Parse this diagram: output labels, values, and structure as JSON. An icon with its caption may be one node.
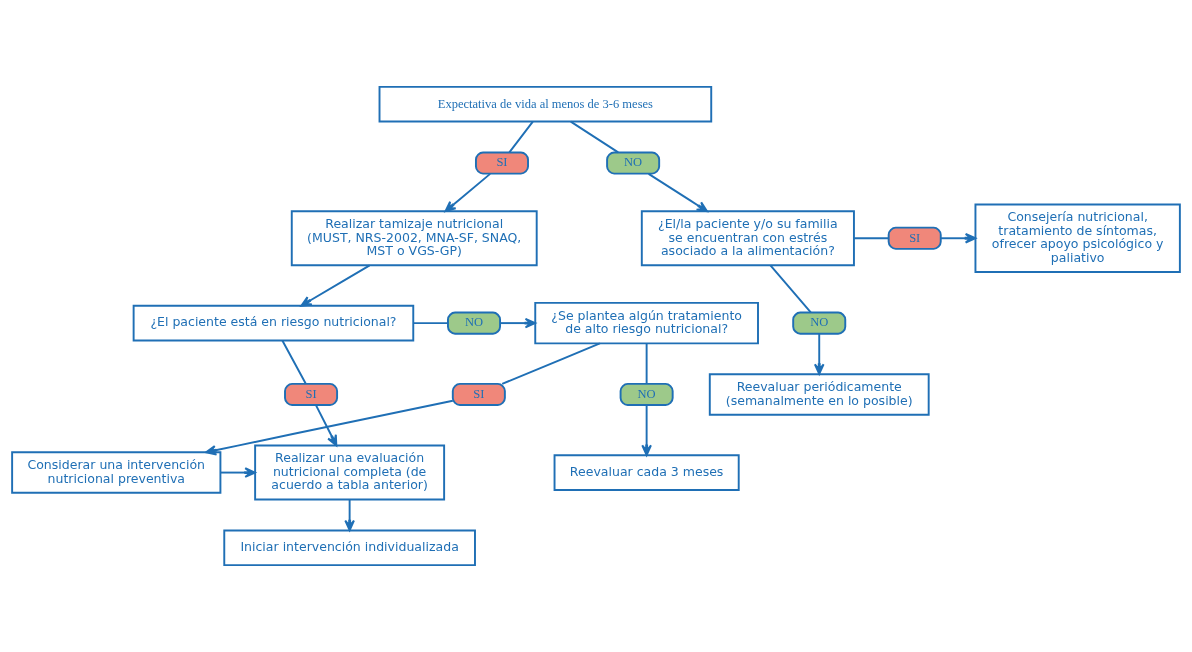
{
  "diagram": {
    "nodes": [
      {
        "text": [
          "Expectativa de vida al menos de 3-6 meses"
        ]
      },
      {
        "text": [
          "SI"
        ]
      },
      {
        "text": [
          "NO"
        ]
      },
      {
        "text": [
          "Realizar tamizaje nutricional (MUST, NRS-2002, MNA-SF, SNAQ, MST o VGS-GP)"
        ]
      },
      {
        "text": [
          "¿El/la paciente y/o su familia se encuentran con estrés asociado a la alimentación?"
        ]
      },
      {
        "text": [
          "SI"
        ]
      },
      {
        "text": [
          "Consejería nutricional, tratamiento de síntomas, ofrecer apoyo psicológico y paliativo"
        ]
      },
      {
        "text": [
          "¿El paciente está en riesgo nutricional?"
        ]
      },
      {
        "text": [
          "NO"
        ]
      },
      {
        "text": [
          "¿Se plantea algún tratamiento de alto riesgo nutricional?"
        ]
      },
      {
        "text": [
          "NO"
        ]
      },
      {
        "text": [
          "Reevaluar periódicamente (semanalmente en lo posible)"
        ]
      },
      {
        "text": [
          "SI"
        ]
      },
      {
        "text": [
          "SI"
        ]
      },
      {
        "text": [
          "NO"
        ]
      },
      {
        "text": [
          "Realizar una evaluación nutricional completa (de acuerdo a tabla anterior)"
        ]
      },
      {
        "text": [
          "Considerar una intervención nutricional preventiva"
        ]
      },
      {
        "text": [
          "Reevaluar cada 3 meses"
        ]
      },
      {
        "text": [
          "Iniciar intervención individualizada"
        ]
      }
    ],
    "edges": [
      {
        "from": 0,
        "to": 1,
        "arrow": "none"
      },
      {
        "from": 0,
        "to": 2,
        "arrow": "none"
      },
      {
        "from": 1,
        "to": 3,
        "arrow": "to"
      },
      {
        "from": 2,
        "to": 4,
        "arrow": "to"
      },
      {
        "from": 3,
        "to": 7,
        "arrow": "to"
      },
      {
        "from": 4,
        "to": 5,
        "arrow": "none"
      },
      {
        "from": 5,
        "to": 6,
        "arrow": "to"
      },
      {
        "from": 4,
        "to": 10,
        "arrow": "none"
      },
      {
        "from": 10,
        "to": 11,
        "arrow": "to"
      },
      {
        "from": 7,
        "to": 8,
        "arrow": "none"
      },
      {
        "from": 8,
        "to": 9,
        "arrow": "to"
      },
      {
        "from": 7,
        "to": 12,
        "arrow": "none"
      },
      {
        "from": 12,
        "to": 15,
        "arrow": "to"
      },
      {
        "from": 9,
        "to": 13,
        "arrow": "none"
      },
      {
        "from": 13,
        "to": 16,
        "arrow": "to"
      },
      {
        "from": 9,
        "to": 14,
        "arrow": "none"
      },
      {
        "from": 14,
        "to": 17,
        "arrow": "to"
      },
      {
        "from": 16,
        "to": 15,
        "arrow": "to"
      },
      {
        "from": 15,
        "to": 18,
        "arrow": "to"
      }
    ]
  }
}
